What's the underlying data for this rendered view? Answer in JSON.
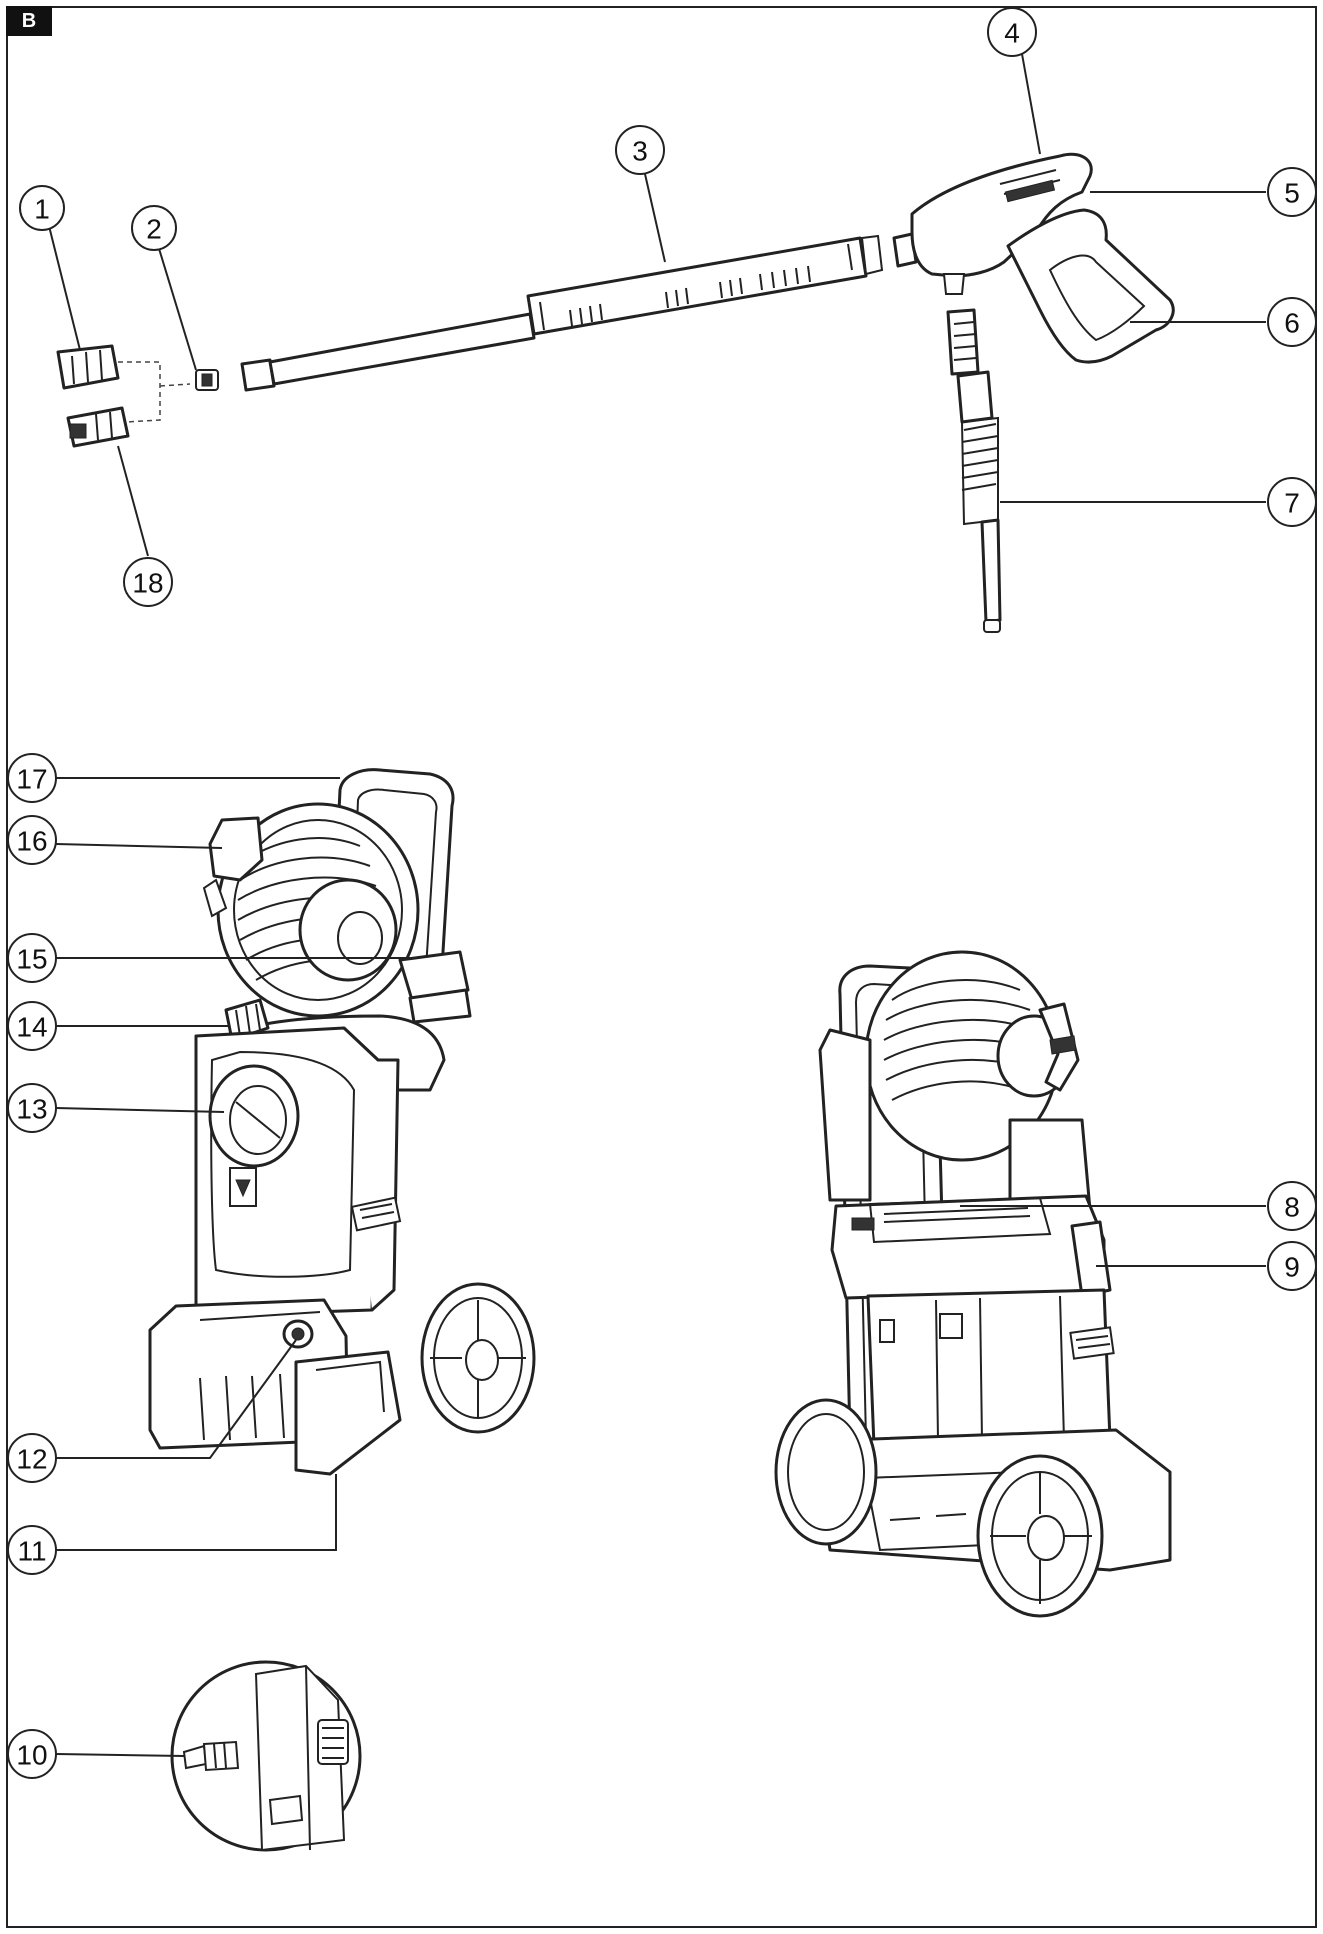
{
  "section_label": "B",
  "callouts": [
    {
      "id": "c1",
      "label": "1"
    },
    {
      "id": "c2",
      "label": "2"
    },
    {
      "id": "c3",
      "label": "3"
    },
    {
      "id": "c4",
      "label": "4"
    },
    {
      "id": "c5",
      "label": "5"
    },
    {
      "id": "c6",
      "label": "6"
    },
    {
      "id": "c7",
      "label": "7"
    },
    {
      "id": "c8",
      "label": "8"
    },
    {
      "id": "c9",
      "label": "9"
    },
    {
      "id": "c10",
      "label": "10"
    },
    {
      "id": "c11",
      "label": "11"
    },
    {
      "id": "c12",
      "label": "12"
    },
    {
      "id": "c13",
      "label": "13"
    },
    {
      "id": "c14",
      "label": "14"
    },
    {
      "id": "c15",
      "label": "15"
    },
    {
      "id": "c16",
      "label": "16"
    },
    {
      "id": "c17",
      "label": "17"
    },
    {
      "id": "c18",
      "label": "18"
    }
  ]
}
